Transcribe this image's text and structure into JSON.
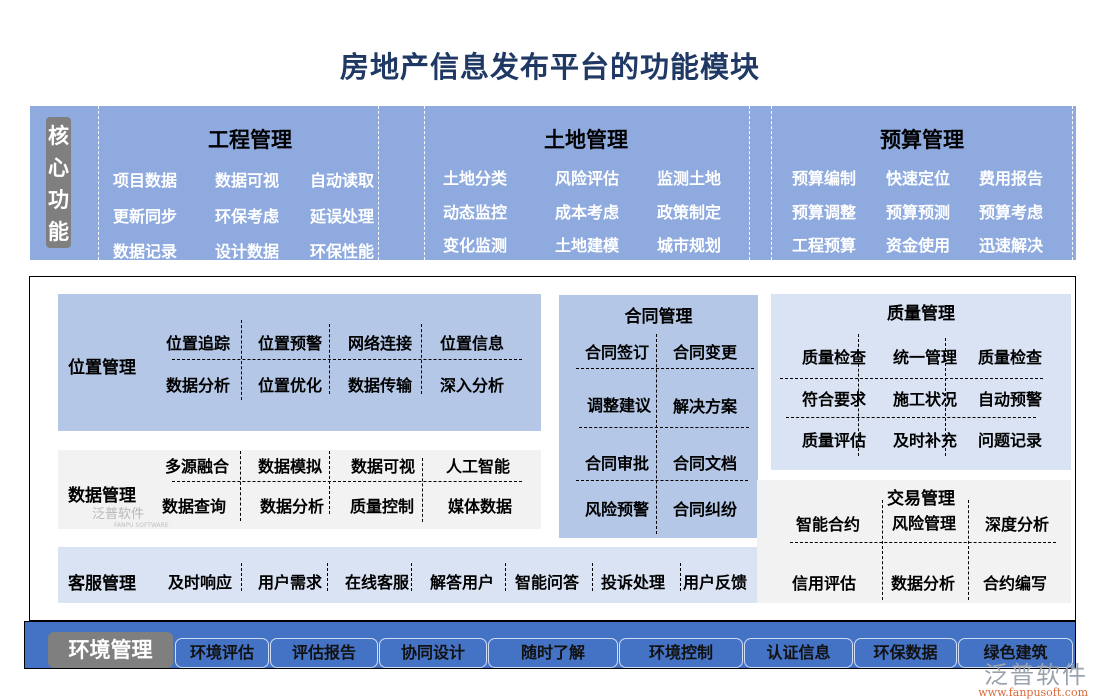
{
  "title": "房地产信息发布平台的功能模块",
  "core": {
    "label": "核心功能",
    "label_chars": [
      "核",
      "心",
      "功",
      "能"
    ],
    "modules": [
      {
        "title": "工程管理",
        "items": [
          "项目数据",
          "数据可视",
          "自动读取",
          "更新同步",
          "环保考虑",
          "延误处理",
          "数据记录",
          "设计数据",
          "环保性能"
        ]
      },
      {
        "title": "土地管理",
        "items": [
          "土地分类",
          "风险评估",
          "监测土地",
          "动态监控",
          "成本考虑",
          "政策制定",
          "变化监测",
          "土地建模",
          "城市规划"
        ]
      },
      {
        "title": "预算管理",
        "items": [
          "预算编制",
          "快速定位",
          "费用报告",
          "预算调整",
          "预算预测",
          "预算考虑",
          "工程预算",
          "资金使用",
          "迅速解决"
        ]
      }
    ]
  },
  "location": {
    "title": "位置管理",
    "items": [
      "位置追踪",
      "位置预警",
      "网络连接",
      "位置信息",
      "数据分析",
      "位置优化",
      "数据传输",
      "深入分析"
    ]
  },
  "data_mgmt": {
    "title": "数据管理",
    "items": [
      "多源融合",
      "数据模拟",
      "数据可视",
      "人工智能",
      "数据查询",
      "数据分析",
      "质量控制",
      "媒体数据"
    ]
  },
  "service": {
    "title": "客服管理",
    "items": [
      "及时响应",
      "用户需求",
      "在线客服",
      "解答用户",
      "智能问答",
      "投诉处理",
      "用户反馈"
    ]
  },
  "contract": {
    "title": "合同管理",
    "items": [
      "合同签订",
      "合同变更",
      "调整建议",
      "解决方案",
      "合同审批",
      "合同文档",
      "风险预警",
      "合同纠纷"
    ]
  },
  "quality": {
    "title": "质量管理",
    "items": [
      "质量检查",
      "统一管理",
      "质量检查",
      "符合要求",
      "施工状况",
      "自动预警",
      "质量评估",
      "及时补充",
      "问题记录"
    ]
  },
  "trade": {
    "title": "交易管理",
    "items": [
      "智能合约",
      "风险管理",
      "深度分析",
      "信用评估",
      "数据分析",
      "合约编写"
    ]
  },
  "environment": {
    "title": "环境管理",
    "items": [
      "环境评估",
      "评估报告",
      "协同设计",
      "随时了解",
      "环境控制",
      "认证信息",
      "环保数据",
      "绿色建筑"
    ]
  },
  "watermark": {
    "brand": "泛普软件",
    "url": "www.fanpusoft.com",
    "brand_en": "FANPU SOFTWARE"
  },
  "colors": {
    "title": "#1f3864",
    "core_band": "#8eaadf",
    "label_gray": "#7f7f7f",
    "light_blue": "#b4c7e7",
    "pale_blue": "#dae3f3",
    "light_gray": "#f2f2f2",
    "env_blue": "#4472c4"
  }
}
